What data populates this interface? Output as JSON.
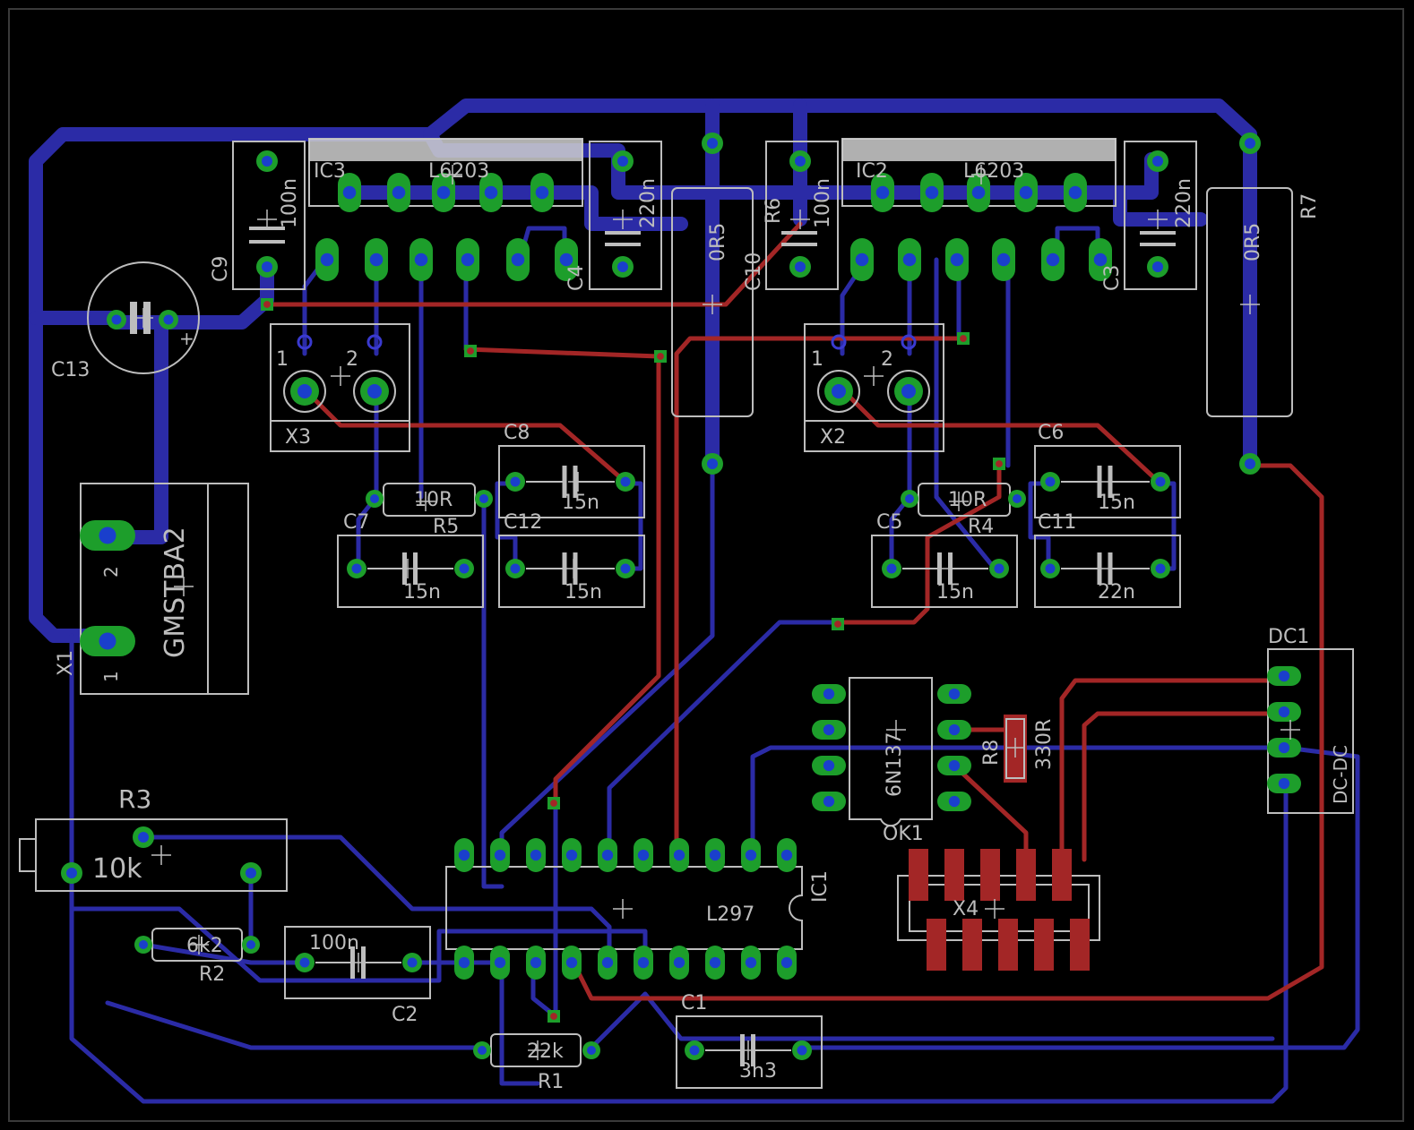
{
  "colors": {
    "background": "#000000",
    "bottom_trace": "#2b2ba6",
    "top_trace": "#a32626",
    "pad": "#1d9e2b",
    "drill": "#1a3fcc",
    "silkscreen": "#bdbdbd",
    "smd_pad": "#a32626"
  },
  "labels": {
    "ic3": "IC3",
    "ic3_value": "L6203",
    "ic2": "IC2",
    "ic2_value": "L6203",
    "c9": "C9",
    "c9_value": "100n",
    "c4": "C4",
    "c4_value": "220n",
    "c10": "C10",
    "c10_value": "100n",
    "r6": "R6",
    "r6_value": "0R5",
    "c3": "C3",
    "c3_value": "220n",
    "r7": "R7",
    "r7_value": "0R5",
    "c13": "C13",
    "x3": "X3",
    "x2": "X2",
    "pin1": "1",
    "pin2": "2",
    "c8": "C8",
    "c8_value": "15n",
    "c6": "C6",
    "c6_value": "15n",
    "r5": "R5",
    "r5_value": "10R",
    "r4": "R4",
    "r4_value": "10R",
    "c7": "C7",
    "c7_value": "15n",
    "c12": "C12",
    "c12_value": "15n",
    "c5": "C5",
    "c5_value": "15n",
    "c11": "C11",
    "c11_value": "22n",
    "x1": "X1",
    "x1_value": "GMSTBA2",
    "x1_pin1": "1",
    "x1_pin2": "2",
    "dc1": "DC1",
    "dc1_value": "DC-DC",
    "ok1": "OK1",
    "ok1_value": "6N137",
    "r8": "R8",
    "r8_value": "330R",
    "x4": "X4",
    "r3": "R3",
    "r3_value": "10k",
    "ic1": "IC1",
    "ic1_value": "L297",
    "r2": "R2",
    "r2_value": "6k2",
    "c2": "C2",
    "c2_value": "100n",
    "r1": "R1",
    "r1_value": "22k",
    "c1": "C1",
    "c1_value": "3n3",
    "plus": "+"
  }
}
